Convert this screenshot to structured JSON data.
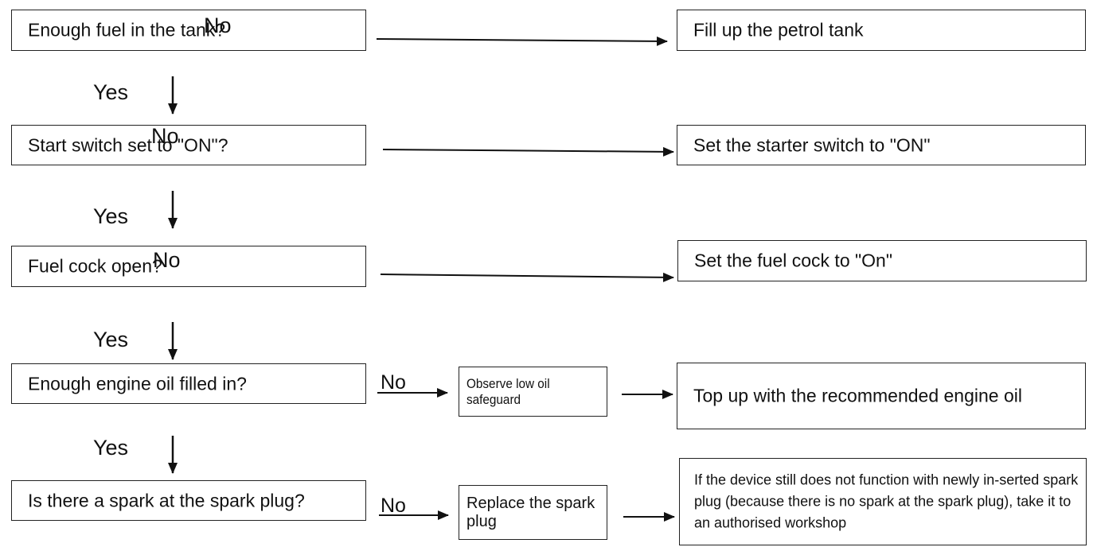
{
  "diagram": {
    "steps": [
      {
        "question": "Enough fuel in the tank?",
        "no_label": "No",
        "yes_label": "Yes",
        "action": "Fill up the petrol tank"
      },
      {
        "question": "Start switch set to \"ON\"?",
        "no_label": "No",
        "yes_label": "Yes",
        "action": "Set the starter switch to \"ON\""
      },
      {
        "question": "Fuel cock open?",
        "no_label": "No",
        "yes_label": "Yes",
        "action": "Set the fuel cock to \"On\""
      },
      {
        "question": "Enough engine oil filled in?",
        "no_label": "No",
        "yes_label": "Yes",
        "intermediate": "Observe low oil safeguard",
        "action": "Top up with the recommended engine oil"
      },
      {
        "question": "Is there a spark at the spark plug?",
        "no_label": "No",
        "intermediate": "Replace the spark plug",
        "action": "If the device still does not function with newly in-serted spark plug (because there is no spark at the spark plug), take it to an authorised workshop"
      }
    ]
  }
}
